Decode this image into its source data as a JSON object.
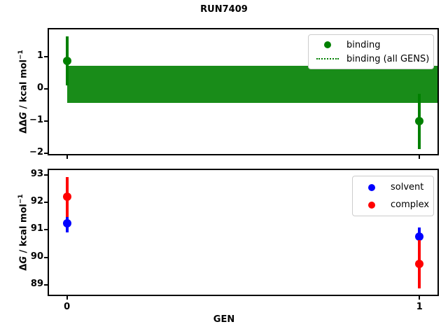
{
  "figure": {
    "title": "RUN7409"
  },
  "colors": {
    "binding": "#008000",
    "solvent": "#0000ff",
    "complex": "#ff0000",
    "axis": "#000000",
    "legend_border": "#cccccc"
  },
  "chart_data": [
    {
      "type": "scatter",
      "position": "top",
      "ylabel": "ΔΔG / kcal mol−1",
      "ylabel_parts": {
        "prefix": "ΔΔ",
        "var": "G",
        "unit": " / kcal mol",
        "sup": "−1"
      },
      "xlim": [
        -0.051,
        1.051
      ],
      "ylim": [
        -2.02,
        1.85
      ],
      "yticks": [
        1,
        0,
        -1,
        -2
      ],
      "ytick_labels": [
        "1",
        "0",
        "−1",
        "−2"
      ],
      "xticks": [
        0,
        1
      ],
      "xtick_labels": null,
      "grid": false,
      "series": [
        {
          "name": "binding",
          "color": "#008000",
          "x": [
            0,
            1
          ],
          "y": [
            0.87,
            -1.0
          ],
          "yerr": [
            0.76,
            0.86
          ]
        }
      ],
      "band": {
        "name": "binding (all GENS)",
        "color": "#008000",
        "x": [
          0,
          1.051
        ],
        "y_low": -0.43,
        "y_high": 0.72,
        "line_style": "dotted"
      },
      "legend": {
        "position": "upper right",
        "items": [
          {
            "label": "binding",
            "marker": "dot"
          },
          {
            "label": "binding (all GENS)",
            "marker": "dotted-line"
          }
        ]
      }
    },
    {
      "type": "scatter",
      "position": "bottom",
      "ylabel": "ΔG / kcal mol−1",
      "ylabel_parts": {
        "prefix": "Δ",
        "var": "G",
        "unit": " / kcal mol",
        "sup": "−1"
      },
      "xlabel": "GEN",
      "xlim": [
        -0.051,
        1.051
      ],
      "ylim": [
        88.64,
        93.18
      ],
      "yticks": [
        93,
        92,
        91,
        90,
        89
      ],
      "ytick_labels": [
        "93",
        "92",
        "91",
        "90",
        "89"
      ],
      "xticks": [
        0,
        1
      ],
      "xtick_labels": [
        "0",
        "1"
      ],
      "grid": false,
      "series": [
        {
          "name": "solvent",
          "color": "#0000ff",
          "x": [
            0,
            1
          ],
          "y": [
            91.25,
            90.75
          ],
          "yerr": [
            0.33,
            0.33
          ]
        },
        {
          "name": "complex",
          "color": "#ff0000",
          "x": [
            0,
            1
          ],
          "y": [
            92.2,
            89.75
          ],
          "yerr": [
            0.73,
            0.88
          ]
        }
      ],
      "legend": {
        "position": "upper right",
        "items": [
          {
            "label": "solvent",
            "marker": "dot"
          },
          {
            "label": "complex",
            "marker": "dot"
          }
        ]
      }
    }
  ]
}
